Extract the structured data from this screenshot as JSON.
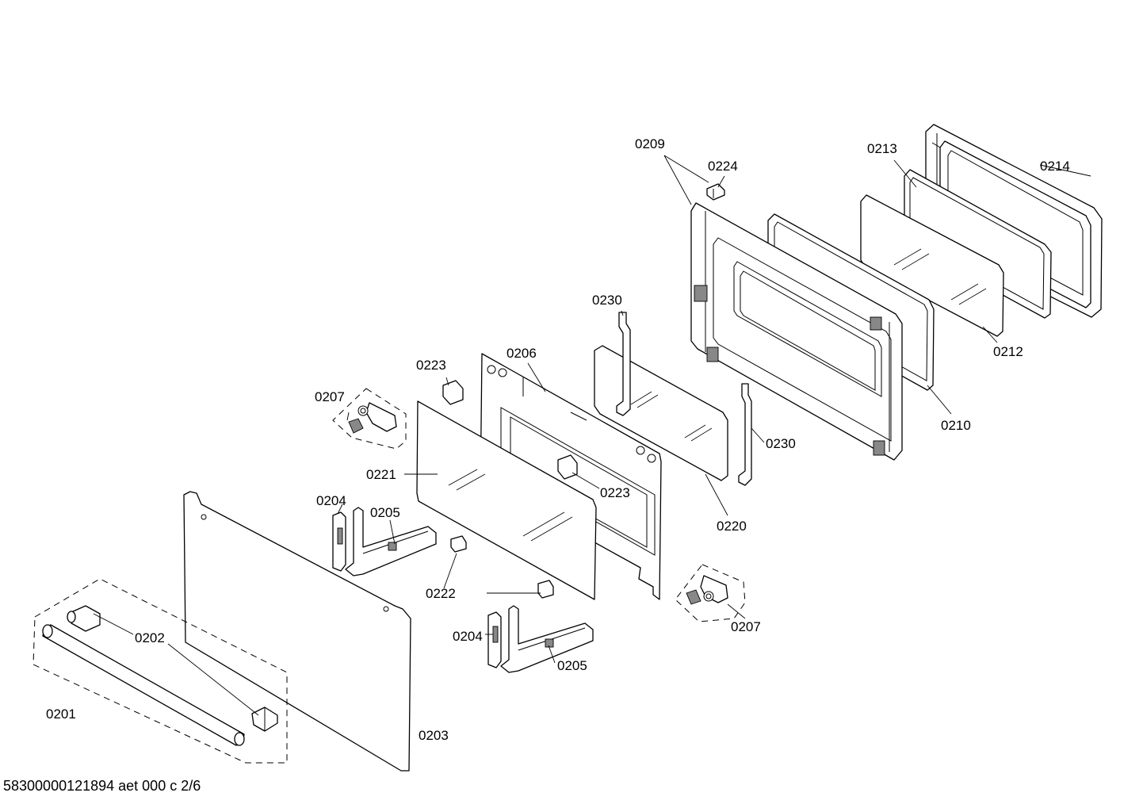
{
  "footer": "58300000121894 aet 000 c 2/6",
  "labels": {
    "l0201": "0201",
    "l0202": "0202",
    "l0203": "0203",
    "l0204a": "0204",
    "l0204b": "0204",
    "l0205a": "0205",
    "l0205b": "0205",
    "l0206": "0206",
    "l0207a": "0207",
    "l0207b": "0207",
    "l0209": "0209",
    "l0210": "0210",
    "l0212": "0212",
    "l0213": "0213",
    "l0214": "0214",
    "l0220": "0220",
    "l0221": "0221",
    "l0222": "0222",
    "l0223a": "0223",
    "l0223b": "0223",
    "l0224": "0224",
    "l0230a": "0230",
    "l0230b": "0230"
  }
}
